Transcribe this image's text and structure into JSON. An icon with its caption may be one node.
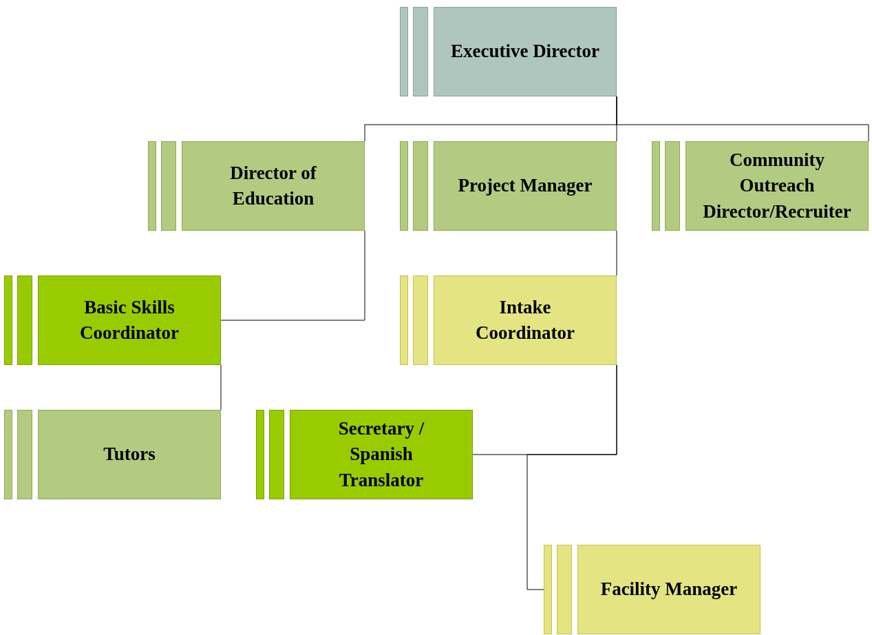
{
  "diagram": {
    "nodes": [
      {
        "text": [
          "Executive Director"
        ]
      },
      {
        "text": [
          "Director of Education"
        ]
      },
      {
        "text": [
          "Project Manager"
        ]
      },
      {
        "text": [
          "Community Outreach Director/Recruiter"
        ]
      },
      {
        "text": [
          "Basic Skills Coordinator"
        ]
      },
      {
        "text": [
          "Intake Coordinator"
        ]
      },
      {
        "text": [
          "Tutors"
        ]
      },
      {
        "text": [
          "Secretary / Spanish Translator"
        ]
      },
      {
        "text": [
          "Facility Manager"
        ]
      }
    ],
    "edges": [
      {
        "from": 0,
        "to": 1,
        "arrow": "none"
      },
      {
        "from": 0,
        "to": 2,
        "arrow": "none"
      },
      {
        "from": 0,
        "to": 3,
        "arrow": "none"
      },
      {
        "from": 1,
        "to": 4,
        "arrow": "none"
      },
      {
        "from": 2,
        "to": 5,
        "arrow": "none"
      },
      {
        "from": 4,
        "to": 6,
        "arrow": "none"
      },
      {
        "from": 5,
        "to": 7,
        "arrow": "none"
      },
      {
        "from": 5,
        "to": 8,
        "arrow": "none"
      }
    ]
  }
}
